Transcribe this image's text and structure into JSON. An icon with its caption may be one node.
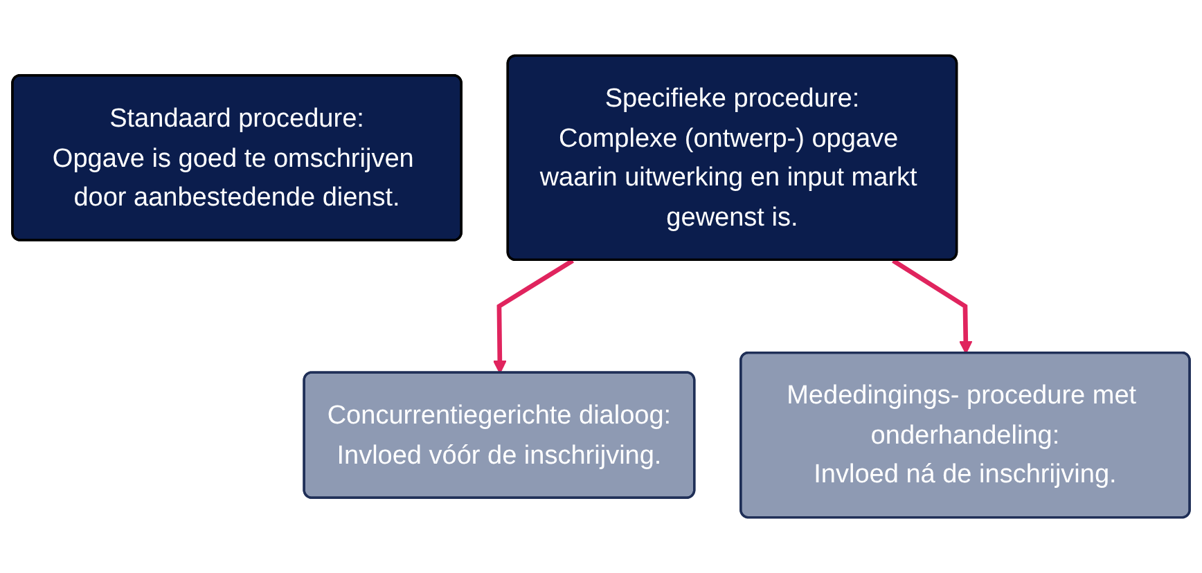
{
  "diagram": {
    "nodes": [
      {
        "text": [
          "Standaard procedure:",
          "Opgave is goed te omschrijven door aanbestedende dienst."
        ]
      },
      {
        "text": [
          "Specifieke procedure:",
          "Complexe (ontwerp-) opgave waarin uitwerking en input markt gewenst is."
        ]
      },
      {
        "text": [
          "Concurrentiegerichte dialoog:",
          "Invloed vóór de inschrijving."
        ]
      },
      {
        "text": [
          "Mededingings- procedure met onderhandeling:",
          "Invloed ná de inschrijving."
        ]
      }
    ],
    "edges": [
      {
        "from": 1,
        "to": 2,
        "arrow": "to"
      },
      {
        "from": 1,
        "to": 3,
        "arrow": "to"
      }
    ]
  }
}
